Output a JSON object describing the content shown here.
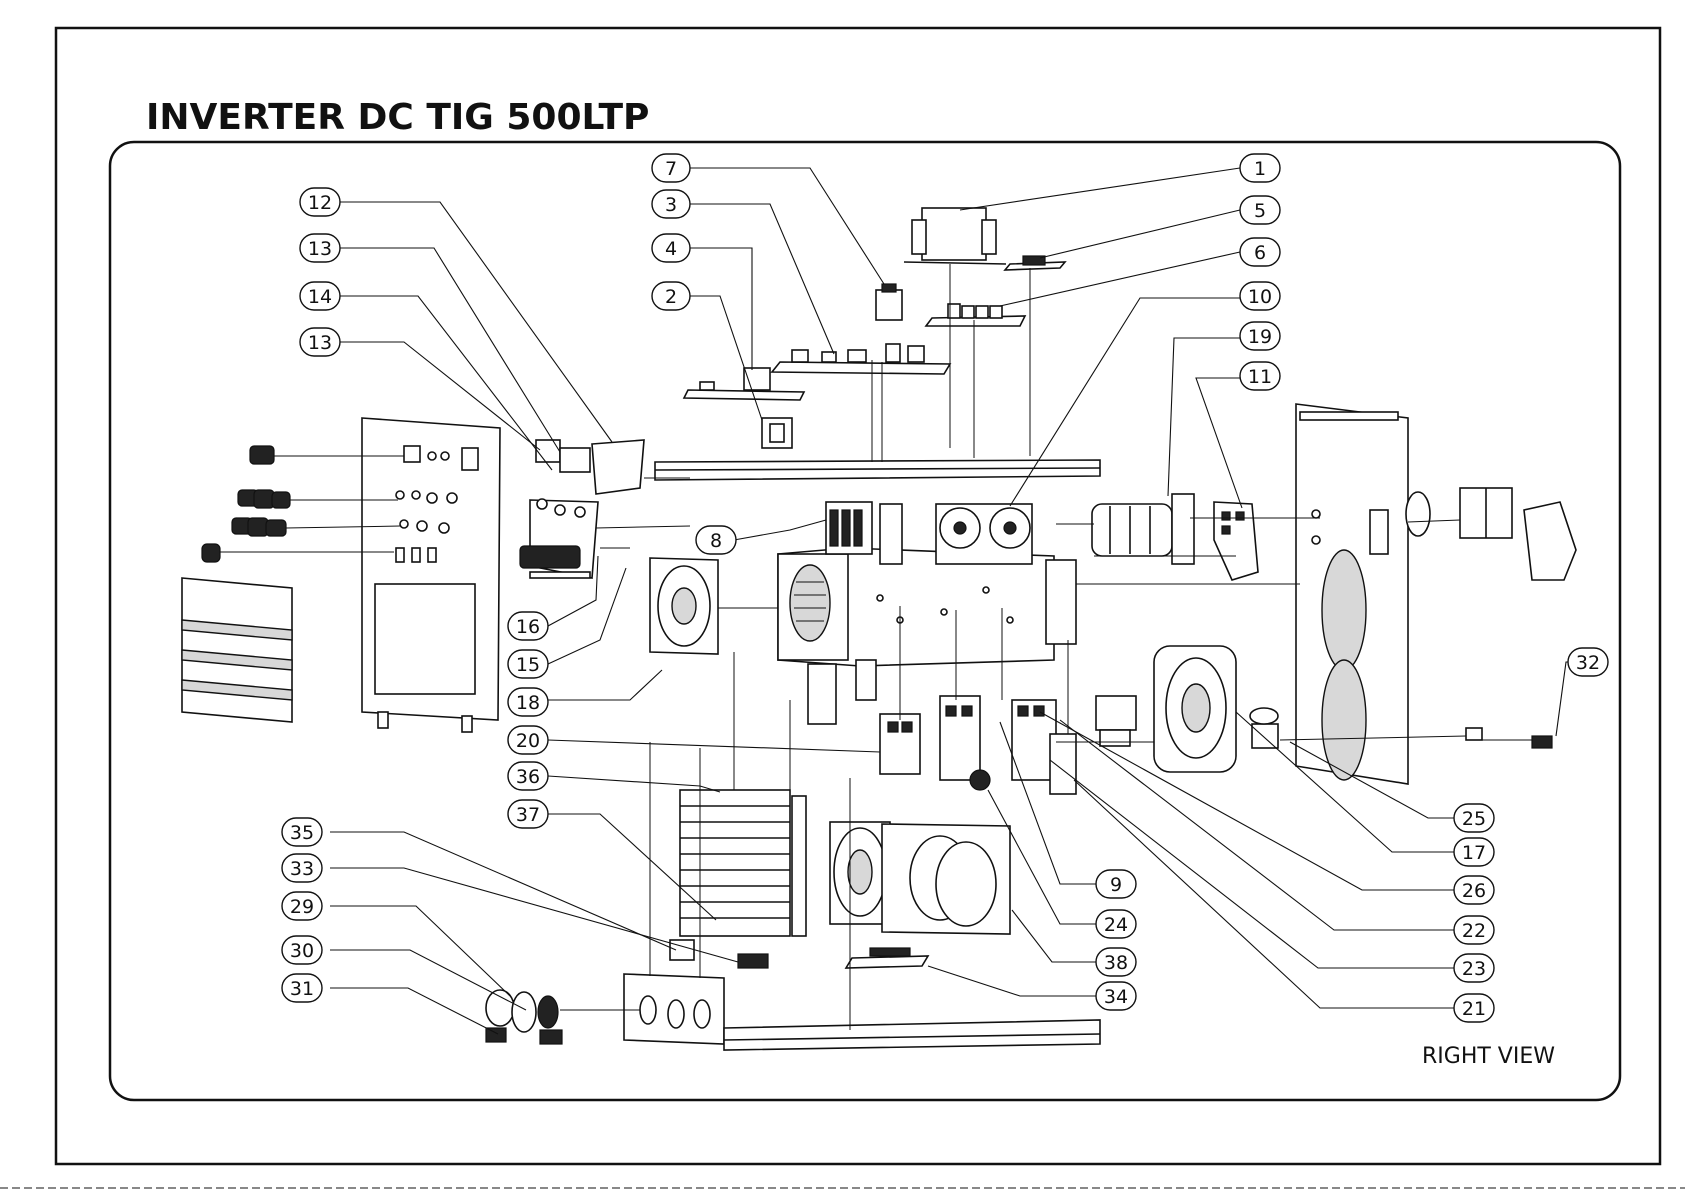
{
  "title": "INVERTER DC TIG 500LTP",
  "view_label": "RIGHT VIEW",
  "callouts": {
    "c1": "1",
    "c2": "2",
    "c3": "3",
    "c4": "4",
    "c5": "5",
    "c6": "6",
    "c7": "7",
    "c8": "8",
    "c9": "9",
    "c10": "10",
    "c11": "11",
    "c12": "12",
    "c13a": "13",
    "c13b": "13",
    "c14": "14",
    "c15": "15",
    "c16": "16",
    "c17": "17",
    "c18": "18",
    "c19": "19",
    "c20": "20",
    "c21": "21",
    "c22": "22",
    "c23": "23",
    "c24": "24",
    "c25": "25",
    "c26": "26",
    "c29": "29",
    "c30": "30",
    "c31": "31",
    "c32": "32",
    "c33": "33",
    "c34": "34",
    "c35": "35",
    "c36": "36",
    "c37": "37",
    "c38": "38"
  }
}
